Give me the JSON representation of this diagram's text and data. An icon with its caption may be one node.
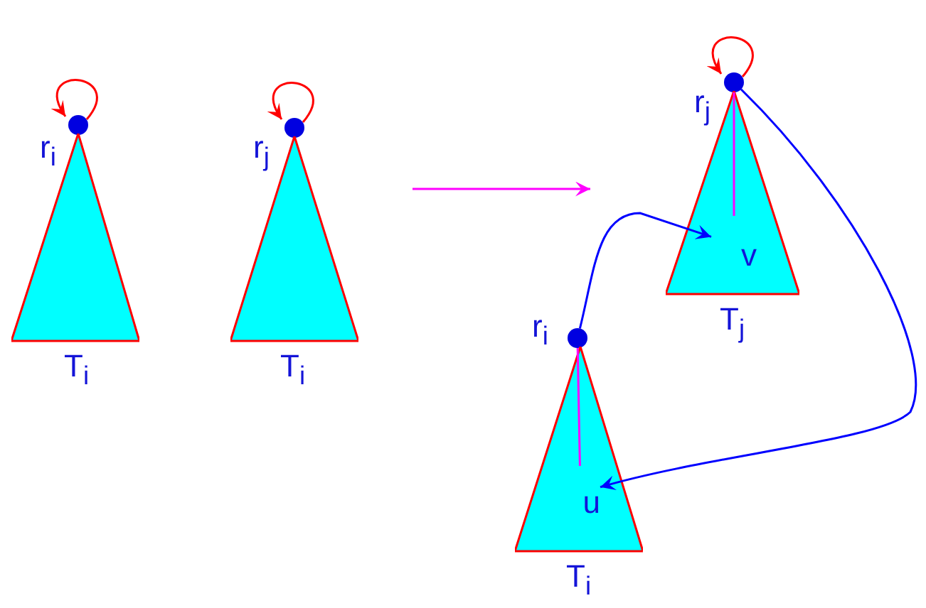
{
  "diagram": {
    "nodes": [
      {
        "text": [],
        "shape": "circle",
        "beside": [
          "r$_{i}$"
        ]
      },
      {
        "text": [
          "T$_{i}$"
        ]
      },
      {
        "text": [],
        "shape": "circle",
        "beside": [
          "r$_{j}$"
        ]
      },
      {
        "text": [
          "T$_{i}$"
        ]
      },
      {
        "text": [],
        "shape": "circle",
        "beside": [
          "r$_{j}$"
        ]
      },
      {
        "text": [
          "T$_{j}$"
        ]
      },
      {
        "text": [
          "v"
        ],
        "in": 5
      },
      {
        "text": [],
        "shape": "circle",
        "beside": [
          "r$_{i}$"
        ]
      },
      {
        "text": [
          "T$_{i}$"
        ]
      },
      {
        "text": [
          "u"
        ],
        "in": 8
      }
    ],
    "edges": [
      {
        "from": 0,
        "to": 0,
        "arrow": "to",
        "color": "#ff0000"
      },
      {
        "from": 2,
        "to": 2,
        "arrow": "to",
        "color": "#ff0000"
      },
      {
        "from": 4,
        "to": 4,
        "arrow": "to",
        "color": "#ff0000"
      },
      {
        "from": 4,
        "to": 6,
        "arrow": "none",
        "color": "#ff00ff"
      },
      {
        "from": 7,
        "to": 9,
        "arrow": "none",
        "color": "#ff00ff"
      },
      {
        "from": 7,
        "to": 6,
        "arrow": "to",
        "color": "#0000ff"
      },
      {
        "from": 4,
        "to": 9,
        "arrow": "to",
        "color": "#0000ff"
      }
    ]
  }
}
